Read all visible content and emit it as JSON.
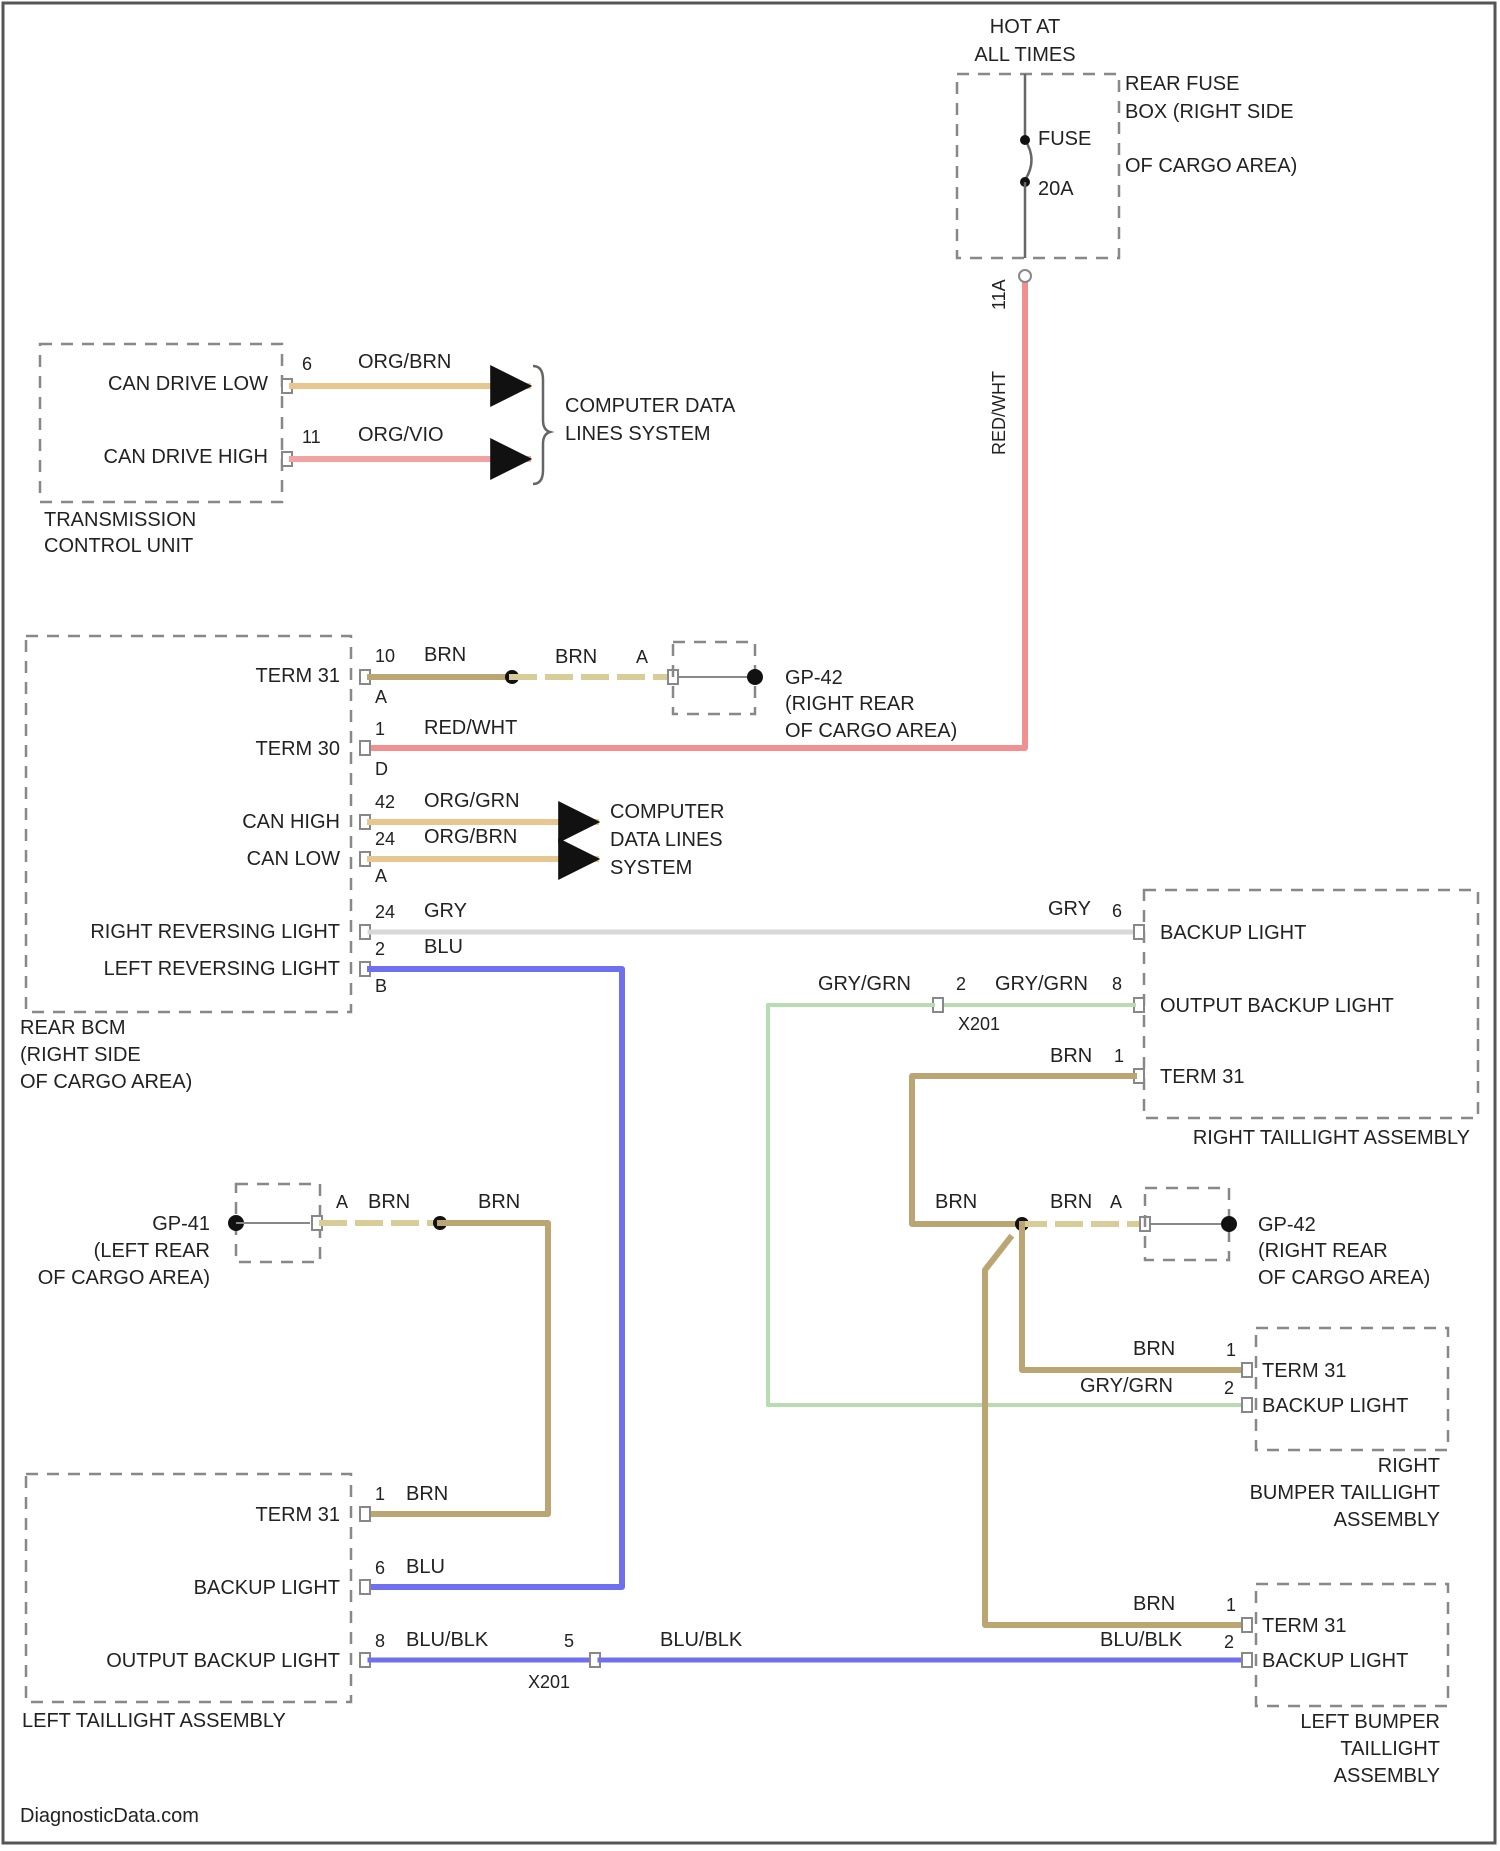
{
  "title": "",
  "source": "DiagnosticData.com",
  "colors": {
    "ORG_BRN": "#e7c690",
    "ORG_VIO": "#f1a3a3",
    "RED_WHT": "#f19090",
    "BRN": "#bba673",
    "BRN_DASH": "#d8cc99",
    "GRY": "#d8d8d8",
    "BLU": "#6f6ff0",
    "GRY_GRN": "#b7dcb0",
    "BLU_BLK": "#6f6ff0"
  },
  "fuse": {
    "supply": [
      "HOT AT",
      "ALL TIMES"
    ],
    "location": [
      "REAR FUSE",
      "BOX (RIGHT SIDE",
      "OF CARGO AREA)"
    ],
    "name": "FUSE",
    "rating": "20A",
    "pin": "11A",
    "wire": "RED/WHT"
  },
  "tcu": {
    "name": [
      "TRANSMISSION",
      "CONTROL UNIT"
    ],
    "pins": [
      {
        "label": "CAN DRIVE LOW",
        "num": "6",
        "wire": "ORG/BRN"
      },
      {
        "label": "CAN DRIVE HIGH",
        "num": "11",
        "wire": "ORG/VIO"
      }
    ],
    "dest": [
      "COMPUTER DATA",
      "LINES SYSTEM"
    ]
  },
  "bcm": {
    "name": [
      "REAR BCM",
      "(RIGHT SIDE",
      "OF CARGO AREA)"
    ],
    "term31": {
      "label": "TERM 31",
      "num": "10",
      "conn": "A",
      "wire": "BRN"
    },
    "term30": {
      "label": "TERM 30",
      "num": "1",
      "conn": "D",
      "wire": "RED/WHT"
    },
    "can_high": {
      "label": "CAN HIGH",
      "num": "42",
      "wire": "ORG/GRN"
    },
    "can_low": {
      "label": "CAN LOW",
      "num": "24",
      "conn": "A",
      "wire": "ORG/BRN"
    },
    "can_dest": [
      "COMPUTER",
      "DATA LINES",
      "SYSTEM"
    ],
    "right_rev": {
      "label": "RIGHT REVERSING LIGHT",
      "num": "24",
      "wire": "GRY"
    },
    "left_rev": {
      "label": "LEFT REVERSING LIGHT",
      "num": "2",
      "conn": "B",
      "wire": "BLU"
    }
  },
  "ground_splice_top": {
    "wire": "BRN",
    "conn": "A",
    "name": [
      "GP-42",
      "(RIGHT REAR",
      "OF CARGO AREA)"
    ]
  },
  "ground_left": {
    "name": [
      "GP-41",
      "(LEFT REAR",
      "OF CARGO AREA)"
    ],
    "conn": "A",
    "wire1": "BRN",
    "wire2": "BRN"
  },
  "right_taillight": {
    "name": "RIGHT TAILLIGHT ASSEMBLY",
    "pins": [
      {
        "label": "BACKUP LIGHT",
        "num": "6",
        "wire": "GRY"
      },
      {
        "label": "OUTPUT BACKUP LIGHT",
        "num": "8",
        "wire": "GRY/GRN"
      },
      {
        "label": "TERM 31",
        "num": "1",
        "wire": "BRN"
      }
    ],
    "inline_conn": {
      "pin": "2",
      "name": "X201",
      "wire_left": "GRY/GRN"
    }
  },
  "ground_right": {
    "wire1": "BRN",
    "wire2": "BRN",
    "conn": "A",
    "name": [
      "GP-42",
      "(RIGHT REAR",
      "OF CARGO AREA)"
    ]
  },
  "right_bumper": {
    "name": [
      "RIGHT",
      "BUMPER TAILLIGHT",
      "ASSEMBLY"
    ],
    "pins": [
      {
        "label": "TERM 31",
        "num": "1",
        "wire": "BRN"
      },
      {
        "label": "BACKUP LIGHT",
        "num": "2",
        "wire": "GRY/GRN"
      }
    ]
  },
  "left_taillight": {
    "name": "LEFT TAILLIGHT ASSEMBLY",
    "pins": [
      {
        "label": "TERM 31",
        "num": "1",
        "wire": "BRN"
      },
      {
        "label": "BACKUP LIGHT",
        "num": "6",
        "wire": "BLU"
      },
      {
        "label": "OUTPUT BACKUP LIGHT",
        "num": "8",
        "wire": "BLU/BLK"
      }
    ],
    "inline_conn": {
      "pin": "5",
      "name": "X201",
      "wire_right": "BLU/BLK"
    }
  },
  "left_bumper": {
    "name": [
      "LEFT BUMPER",
      "TAILLIGHT",
      "ASSEMBLY"
    ],
    "pins": [
      {
        "label": "TERM 31",
        "num": "1",
        "wire": "BRN"
      },
      {
        "label": "BACKUP LIGHT",
        "num": "2",
        "wire": "BLU/BLK"
      }
    ]
  }
}
